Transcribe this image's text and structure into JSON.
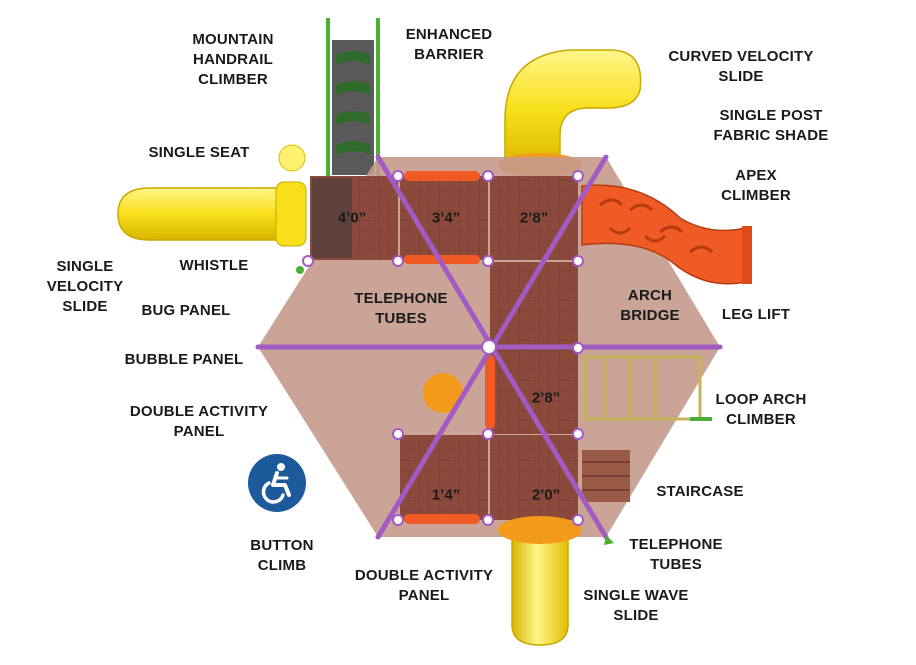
{
  "labels": {
    "mountain_handrail_climber": [
      "MOUNTAIN",
      "HANDRAIL",
      "CLIMBER"
    ],
    "enhanced_barrier": [
      "ENHANCED",
      "BARRIER"
    ],
    "curved_velocity_slide": [
      "CURVED VELOCITY",
      "SLIDE"
    ],
    "single_post_fabric_shade": [
      "SINGLE POST",
      "FABRIC SHADE"
    ],
    "apex_climber": [
      "APEX",
      "CLIMBER"
    ],
    "single_seat": [
      "SINGLE SEAT"
    ],
    "whistle": [
      "WHISTLE"
    ],
    "single_velocity_slide": [
      "SINGLE",
      "VELOCITY",
      "SLIDE"
    ],
    "bug_panel": [
      "BUG PANEL"
    ],
    "telephone_tubes_top": [
      "TELEPHONE",
      "TUBES"
    ],
    "arch_bridge": [
      "ARCH",
      "BRIDGE"
    ],
    "leg_lift": [
      "LEG LIFT"
    ],
    "bubble_panel": [
      "BUBBLE PANEL"
    ],
    "double_activity_panel_left": [
      "DOUBLE ACTIVITY",
      "PANEL"
    ],
    "loop_arch_climber": [
      "LOOP ARCH",
      "CLIMBER"
    ],
    "staircase": [
      "STAIRCASE"
    ],
    "button_climb": [
      "BUTTON",
      "CLIMB"
    ],
    "double_activity_panel_bottom": [
      "DOUBLE ACTIVITY",
      "PANEL"
    ],
    "telephone_tubes_bottom": [
      "TELEPHONE",
      "TUBES"
    ],
    "single_wave_slide": [
      "SINGLE WAVE",
      "SLIDE"
    ]
  },
  "deck_heights": {
    "h1": "4’0”",
    "h2": "3’4”",
    "h3": "2’8”",
    "h4": "2’8”",
    "h5": "1’4”",
    "h6": "2’0”"
  },
  "colors": {
    "shade": "#c49a8c",
    "shade_rib": "#a25bc4",
    "deck": "#8a4a3a",
    "yellow": "#f8df1a",
    "orange": "#f05a24",
    "green": "#4caf33",
    "accessibility": "#1c5a9c"
  },
  "icons": {
    "accessibility": "wheelchair-accessibility-icon"
  }
}
